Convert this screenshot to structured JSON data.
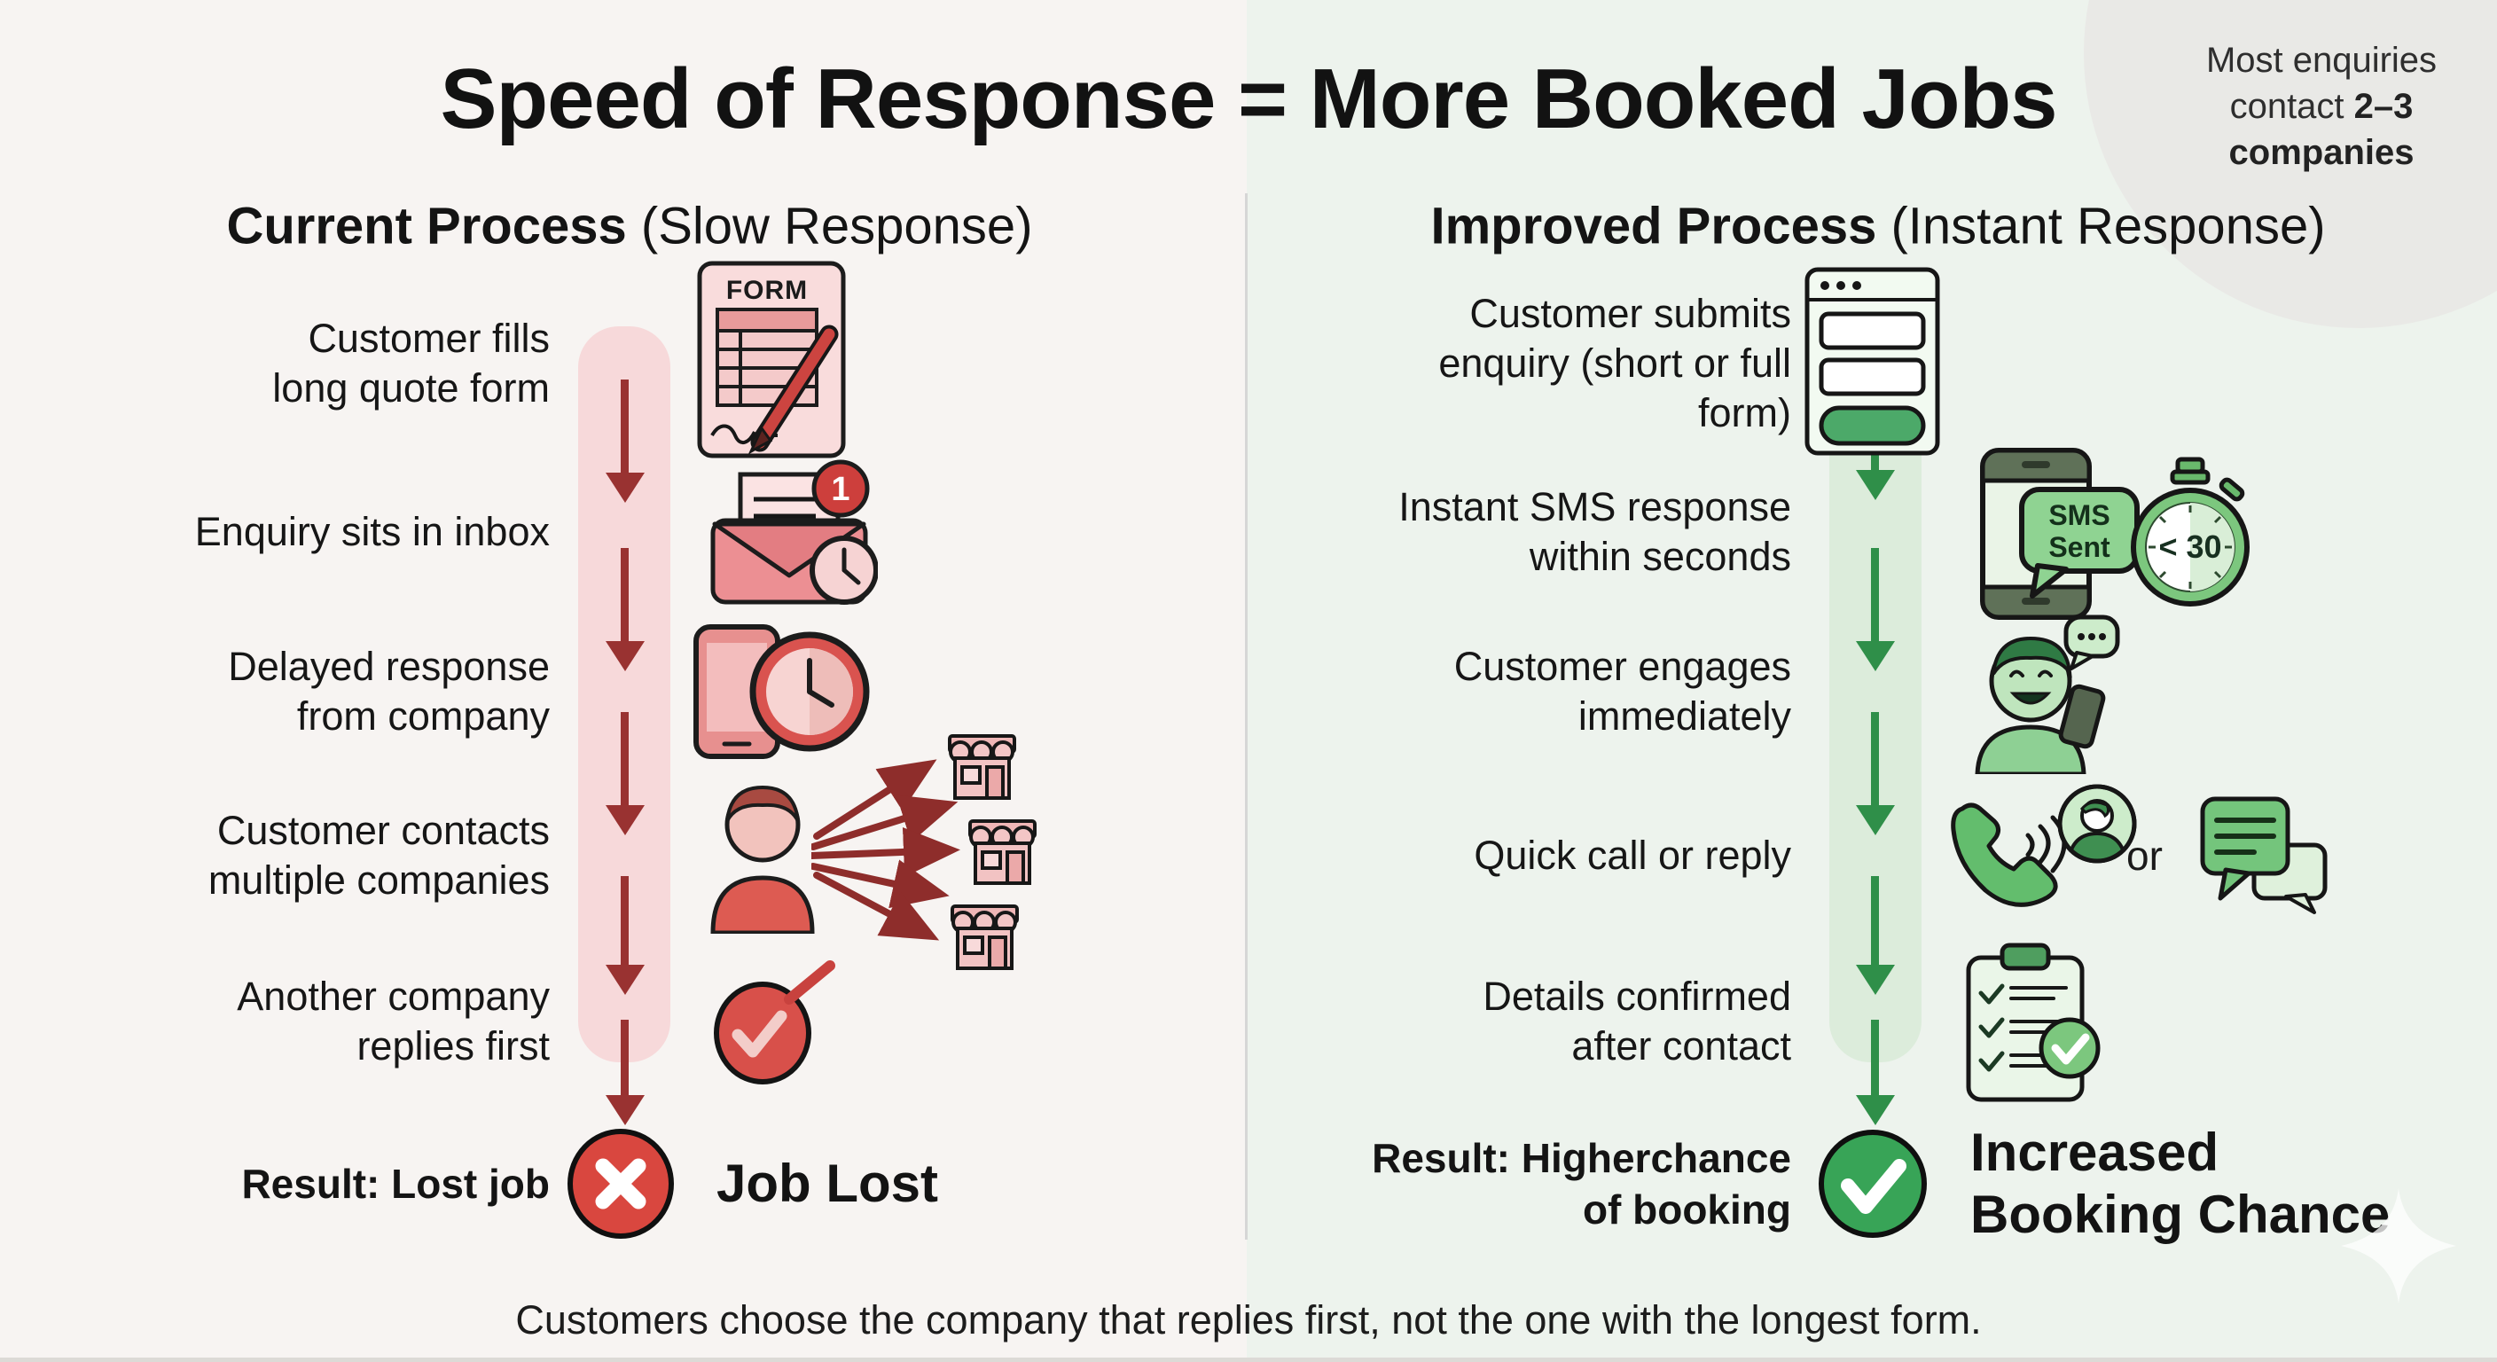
{
  "title": "Speed of Response = More Booked Jobs",
  "badge": {
    "line1": "Most enquiries",
    "line2_pre": "contact ",
    "line2_bold": "2–3",
    "line3_bold": "companies"
  },
  "footer": "Customers choose the company that replies first, not the one with the longest form.",
  "left": {
    "heading": "Current Process",
    "heading_note": " (Slow Response)",
    "steps": [
      {
        "line1": "Customer fills",
        "line2": "long quote form"
      },
      {
        "line1": "Enquiry sits in inbox",
        "line2": ""
      },
      {
        "line1": "Delayed response",
        "line2": "from company"
      },
      {
        "line1": "Customer contacts",
        "line2": "multiple companies"
      },
      {
        "line1": "Another company",
        "line2": "replies first"
      }
    ],
    "result": {
      "line1": "Result: Lost job",
      "line2": ""
    },
    "outcome": {
      "line1": "Job Lost",
      "line2": ""
    }
  },
  "right": {
    "heading": "Improved Process",
    "heading_note": " (Instant Response)",
    "steps": [
      {
        "line1": "Customer submits",
        "line2": "enquiry (short or full form)"
      },
      {
        "line1": "Instant SMS response",
        "line2": "within seconds"
      },
      {
        "line1": "Customer engages",
        "line2": "immediately"
      },
      {
        "line1": "Quick call or reply",
        "line2": ""
      },
      {
        "line1": "Details confirmed",
        "line2": "after contact"
      }
    ],
    "result": {
      "line1": "Result: Higher",
      "line2": "chance of booking"
    },
    "outcome": {
      "line1": "Increased",
      "line2": "Booking Chance"
    },
    "or_label": "or"
  },
  "icon_text": {
    "form": "FORM",
    "inbox_badge": "1",
    "sms_line1": "SMS",
    "sms_line2": "Sent",
    "stopwatch": "< 30"
  },
  "colors": {
    "left_bg": "#f7f4f2",
    "right_bg": "#edf3ed",
    "corner_circle": "#e9e9e6",
    "divider": "#d6d6d6",
    "red_band": "#f7d9da",
    "red_arrow": "#993231",
    "red_accent": "#cc4440",
    "red_fail_circle": "#d9473f",
    "green_band": "#dcecdb",
    "green_arrow": "#2f8f49",
    "green_accent": "#4ca969",
    "green_success_circle": "#38a457"
  }
}
